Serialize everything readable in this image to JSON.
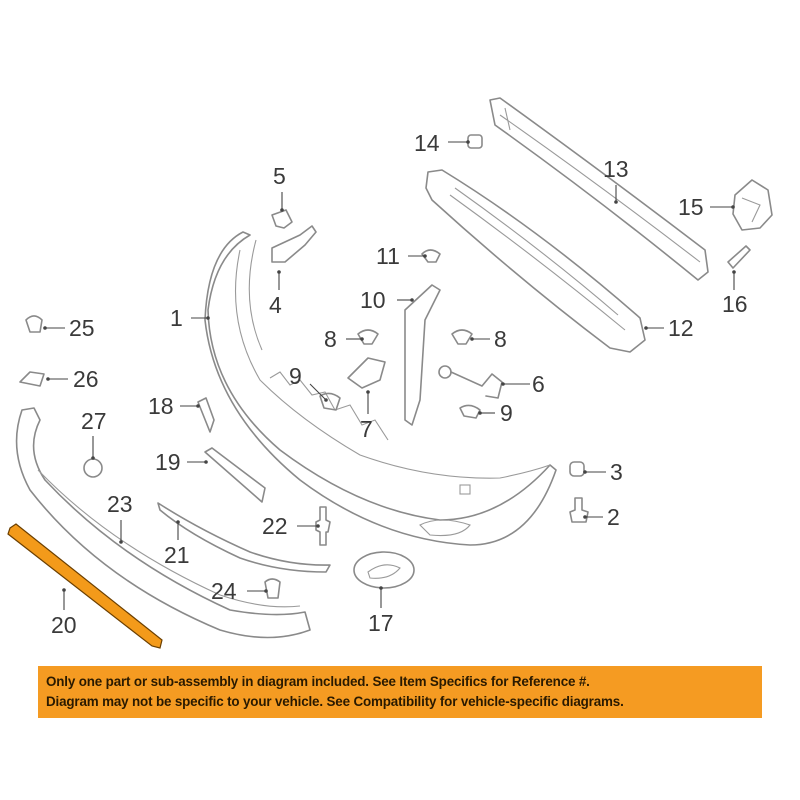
{
  "diagram": {
    "type": "exploded parts diagram",
    "subject": "front bumper assembly",
    "highlighted_part": "20",
    "highlight_color": "#f39a1a",
    "callouts": [
      {
        "id": "1",
        "label": "1"
      },
      {
        "id": "2",
        "label": "2"
      },
      {
        "id": "3",
        "label": "3"
      },
      {
        "id": "4",
        "label": "4"
      },
      {
        "id": "5",
        "label": "5"
      },
      {
        "id": "6",
        "label": "6"
      },
      {
        "id": "7",
        "label": "7"
      },
      {
        "id": "8a",
        "label": "8"
      },
      {
        "id": "8b",
        "label": "8"
      },
      {
        "id": "9a",
        "label": "9"
      },
      {
        "id": "9b",
        "label": "9"
      },
      {
        "id": "10",
        "label": "10"
      },
      {
        "id": "11",
        "label": "11"
      },
      {
        "id": "12",
        "label": "12"
      },
      {
        "id": "13",
        "label": "13"
      },
      {
        "id": "14",
        "label": "14"
      },
      {
        "id": "15",
        "label": "15"
      },
      {
        "id": "16",
        "label": "16"
      },
      {
        "id": "17",
        "label": "17"
      },
      {
        "id": "18",
        "label": "18"
      },
      {
        "id": "19",
        "label": "19"
      },
      {
        "id": "20",
        "label": "20"
      },
      {
        "id": "21",
        "label": "21"
      },
      {
        "id": "22",
        "label": "22"
      },
      {
        "id": "23",
        "label": "23"
      },
      {
        "id": "24",
        "label": "24"
      },
      {
        "id": "25",
        "label": "25"
      },
      {
        "id": "26",
        "label": "26"
      },
      {
        "id": "27",
        "label": "27"
      }
    ]
  },
  "notice": {
    "background": "#f59b22",
    "line1": "Only one part or sub-assembly in diagram included. See Item Specifics for Reference #.",
    "line2": "Diagram may not be specific to your vehicle. See Compatibility for vehicle-specific diagrams."
  }
}
